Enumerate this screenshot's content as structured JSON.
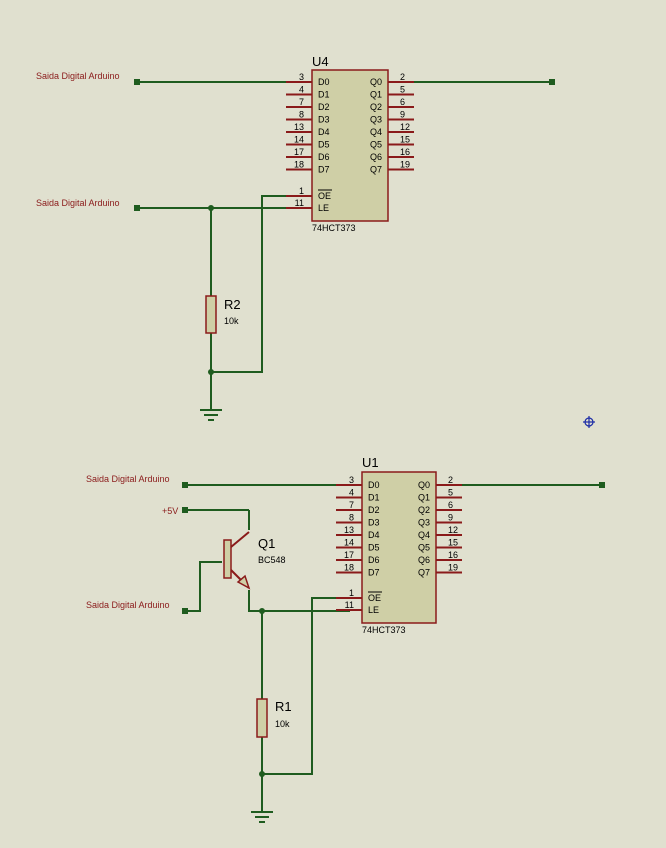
{
  "colors": {
    "background": "#e0e0cf",
    "wire": "#1f5c1f",
    "component": "#8a1a1a",
    "component_fill": "#cfcfa6",
    "label": "#8a1a1a"
  },
  "labels": {
    "u4_top": "Saida Digital Arduino",
    "u4_le": "Saida Digital Arduino",
    "u1_top": "Saida Digital Arduino",
    "u1_base": "Saida Digital Arduino",
    "vcc": "+5V"
  },
  "u4": {
    "ref": "U4",
    "part": "74HCT373",
    "left_pins": [
      {
        "num": "3",
        "name": "D0"
      },
      {
        "num": "4",
        "name": "D1"
      },
      {
        "num": "7",
        "name": "D2"
      },
      {
        "num": "8",
        "name": "D3"
      },
      {
        "num": "13",
        "name": "D4"
      },
      {
        "num": "14",
        "name": "D5"
      },
      {
        "num": "17",
        "name": "D6"
      },
      {
        "num": "18",
        "name": "D7"
      }
    ],
    "right_pins": [
      {
        "num": "2",
        "name": "Q0"
      },
      {
        "num": "5",
        "name": "Q1"
      },
      {
        "num": "6",
        "name": "Q2"
      },
      {
        "num": "9",
        "name": "Q3"
      },
      {
        "num": "12",
        "name": "Q4"
      },
      {
        "num": "15",
        "name": "Q5"
      },
      {
        "num": "16",
        "name": "Q6"
      },
      {
        "num": "19",
        "name": "Q7"
      }
    ],
    "oe_pin": {
      "num": "1",
      "name": "OE"
    },
    "le_pin": {
      "num": "11",
      "name": "LE"
    }
  },
  "u1": {
    "ref": "U1",
    "part": "74HCT373",
    "left_pins": [
      {
        "num": "3",
        "name": "D0"
      },
      {
        "num": "4",
        "name": "D1"
      },
      {
        "num": "7",
        "name": "D2"
      },
      {
        "num": "8",
        "name": "D3"
      },
      {
        "num": "13",
        "name": "D4"
      },
      {
        "num": "14",
        "name": "D5"
      },
      {
        "num": "17",
        "name": "D6"
      },
      {
        "num": "18",
        "name": "D7"
      }
    ],
    "right_pins": [
      {
        "num": "2",
        "name": "Q0"
      },
      {
        "num": "5",
        "name": "Q1"
      },
      {
        "num": "6",
        "name": "Q2"
      },
      {
        "num": "9",
        "name": "Q3"
      },
      {
        "num": "12",
        "name": "Q4"
      },
      {
        "num": "15",
        "name": "Q5"
      },
      {
        "num": "16",
        "name": "Q6"
      },
      {
        "num": "19",
        "name": "Q7"
      }
    ],
    "oe_pin": {
      "num": "1",
      "name": "OE"
    },
    "le_pin": {
      "num": "11",
      "name": "LE"
    }
  },
  "r2": {
    "ref": "R2",
    "value": "10k"
  },
  "r1": {
    "ref": "R1",
    "value": "10k"
  },
  "q1": {
    "ref": "Q1",
    "part": "BC548"
  }
}
